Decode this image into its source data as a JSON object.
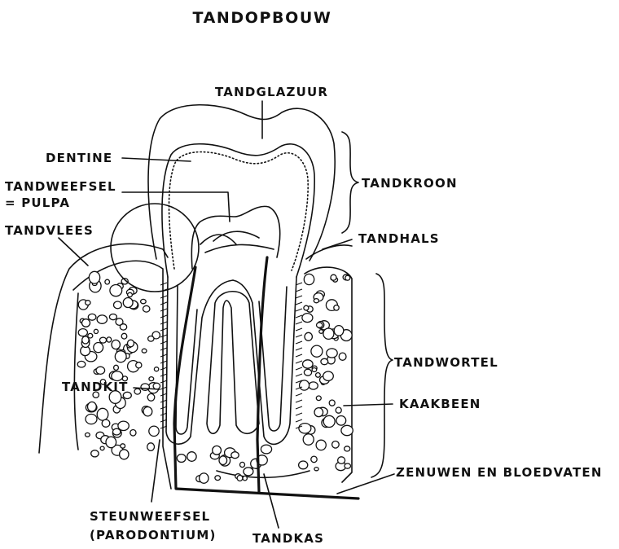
{
  "title": "TANDOPBOUW",
  "labels": {
    "tandglazuur": "TANDGLAZUUR",
    "dentine": "DENTINE",
    "tandweefsel_line1": "TANDWEEFSEL",
    "tandweefsel_line2": "= PULPA",
    "tandvlees": "TANDVLEES",
    "tandkroon": "TANDKROON",
    "tandhals": "TANDHALS",
    "tandwortel": "TANDWORTEL",
    "kaakbeen": "KAAKBEEN",
    "tandkit": "TANDKIT",
    "zenuwen": "ZENUWEN EN BLOEDVATEN",
    "steunweefsel_line1": "STEUNWEEFSEL",
    "steunweefsel_line2": "(PARODONTIUM)",
    "tandkas": "TANDKAS"
  },
  "colors": {
    "ink": "#111111",
    "background": "#ffffff"
  }
}
